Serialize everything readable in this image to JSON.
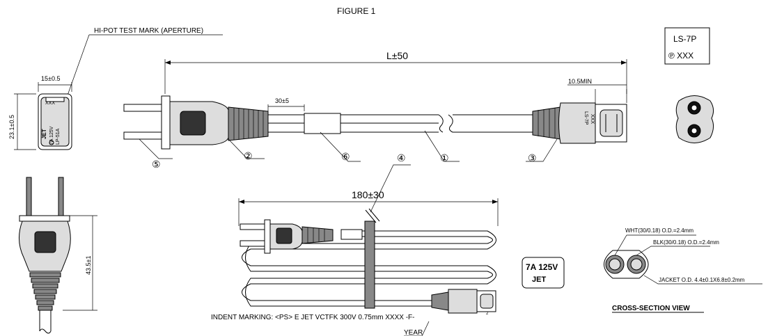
{
  "title": "FIGURE 1",
  "hipot_label": "HI-POT TEST MARK (APERTURE)",
  "dims": {
    "length": "L±50",
    "min_length": "10.5MIN",
    "sleeve": "30±5",
    "plug_width": "15±0.5",
    "plug_height": "23.1±0.5",
    "plug_side_len": "43.5±1",
    "bundle_len": "180±30"
  },
  "part_numbers": [
    "①",
    "②",
    "③",
    "④",
    "⑤",
    "⑥"
  ],
  "plug_face_text": [
    "XXX",
    "JET",
    "7A 125V",
    "LP-51A"
  ],
  "connector_face_text": [
    "LS-7P",
    "XXX"
  ],
  "ls_box": {
    "line1": "LS-7P",
    "line2": "℗ XXX"
  },
  "jet_box": {
    "line1": "7A 125V",
    "line2": "JET"
  },
  "cross_section": {
    "wht": "WHT(30/0.18) O.D.=2.4mm",
    "blk": "BLK(30/0.18) O.D.=2.4mm",
    "jacket": "JACKET O.D. 4.4±0.1X6.8±0.2mm",
    "title": "CROSS-SECTION VIEW"
  },
  "indent_marking": "INDENT MARKING: <PS> E JET VCTFK 300V 0.75mm XXXX -F-",
  "indent_superscript": "2",
  "year_label": "YEAR"
}
